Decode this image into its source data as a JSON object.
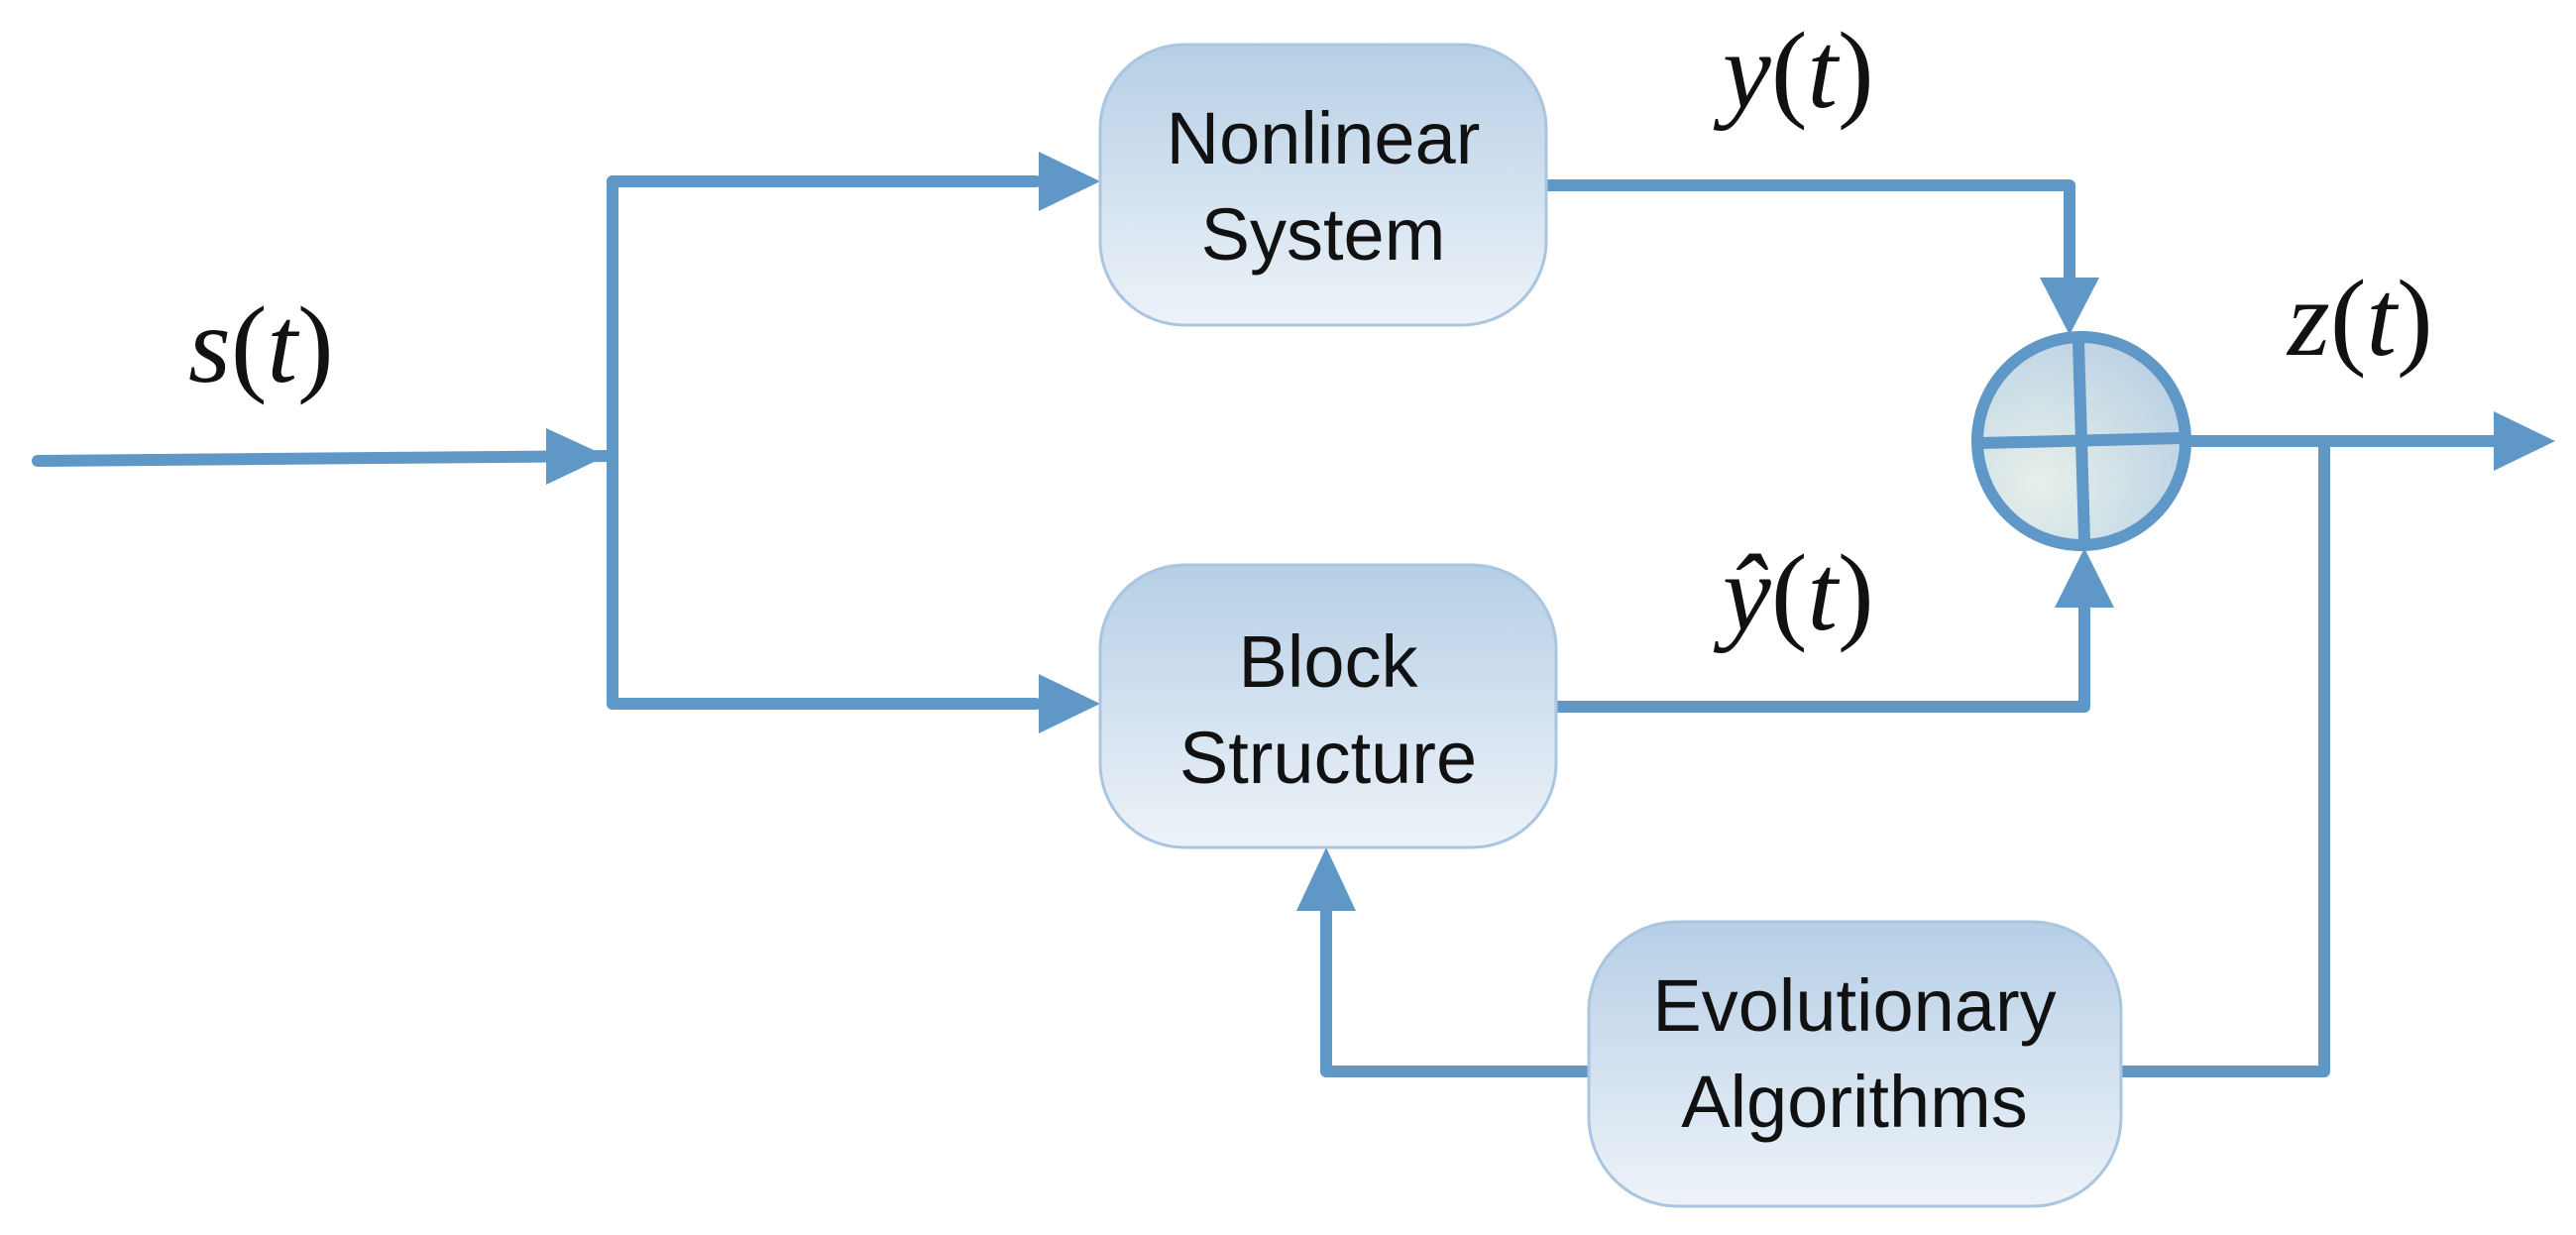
{
  "blocks": {
    "nonlinear_system": {
      "line1": "Nonlinear",
      "line2": "System"
    },
    "block_structure": {
      "line1": "Block",
      "line2": "Structure"
    },
    "evolutionary_algorithms": {
      "line1": "Evolutionary",
      "line2": "Algorithms"
    }
  },
  "signals": {
    "input": {
      "symbol": "s",
      "arg": "t"
    },
    "plant_output": {
      "symbol": "y",
      "arg": "t"
    },
    "model_output": {
      "symbol": "ŷ",
      "arg": "t"
    },
    "error": {
      "symbol": "z",
      "arg": "t"
    }
  },
  "colors": {
    "wire": "#5f98c6",
    "block_fill_top": "#b6cfe6",
    "block_fill_bottom": "#eef3f9",
    "block_stroke": "#a9c5df",
    "summer_fill_center": "#e7f0ea",
    "summer_fill_edge": "#b7cfe4"
  },
  "icons": {
    "summing_junction": "circle-plus-icon"
  }
}
